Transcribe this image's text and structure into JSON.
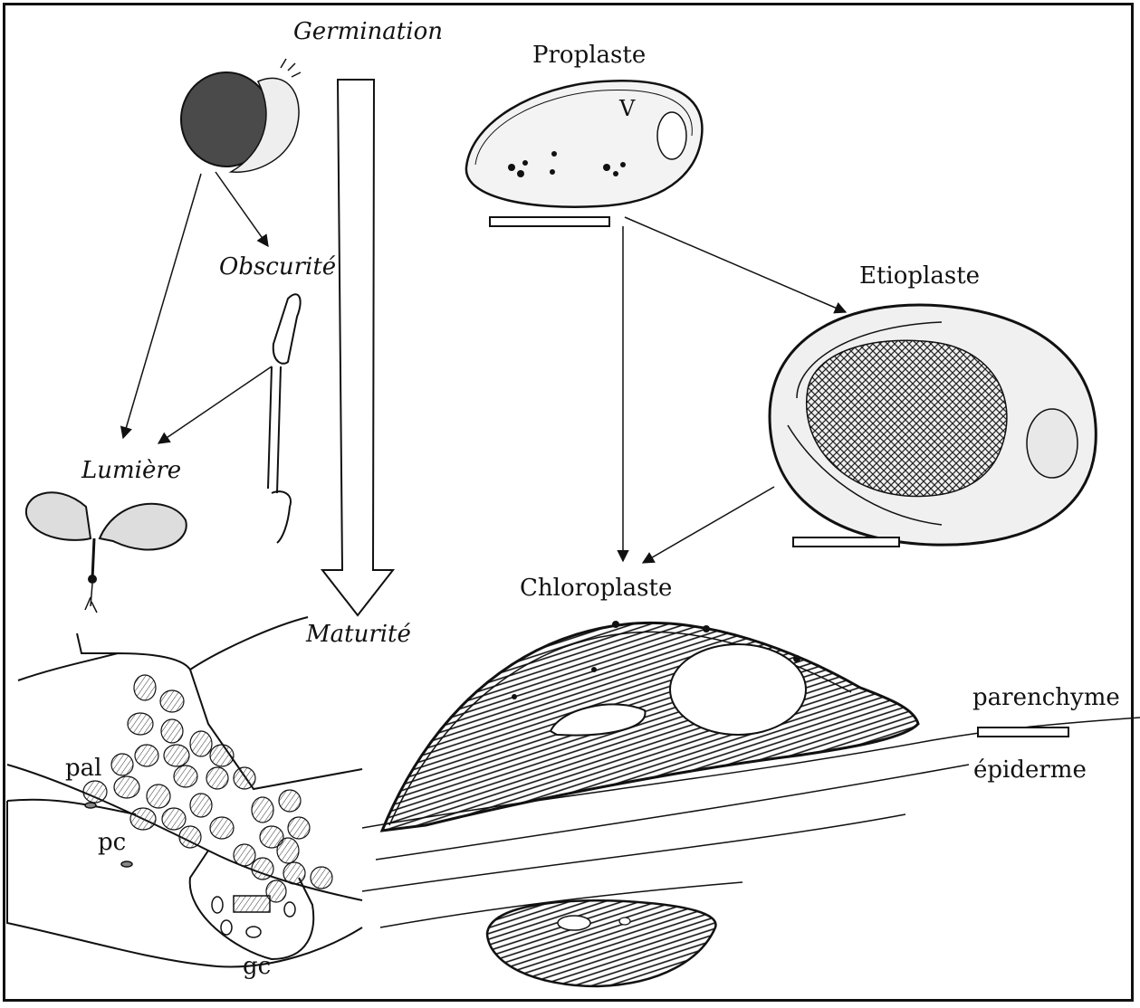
{
  "stages": {
    "germination": "Germination",
    "obscurite": "Obscurité",
    "lumiere": "Lumière",
    "maturite": "Maturité"
  },
  "plastids": {
    "proplaste": "Proplaste",
    "etioplaste": "Etioplaste",
    "chloroplaste": "Chloroplaste",
    "vacuole_marker": "V"
  },
  "tissues": {
    "parenchyme": "parenchyme",
    "epiderme": "épiderme",
    "pal": "pal",
    "pc": "pc",
    "gc": "gc"
  },
  "colors": {
    "ink": "#111111",
    "seed": "#555555",
    "cell_fill": "#c9c9c9",
    "paper": "#ffffff"
  }
}
